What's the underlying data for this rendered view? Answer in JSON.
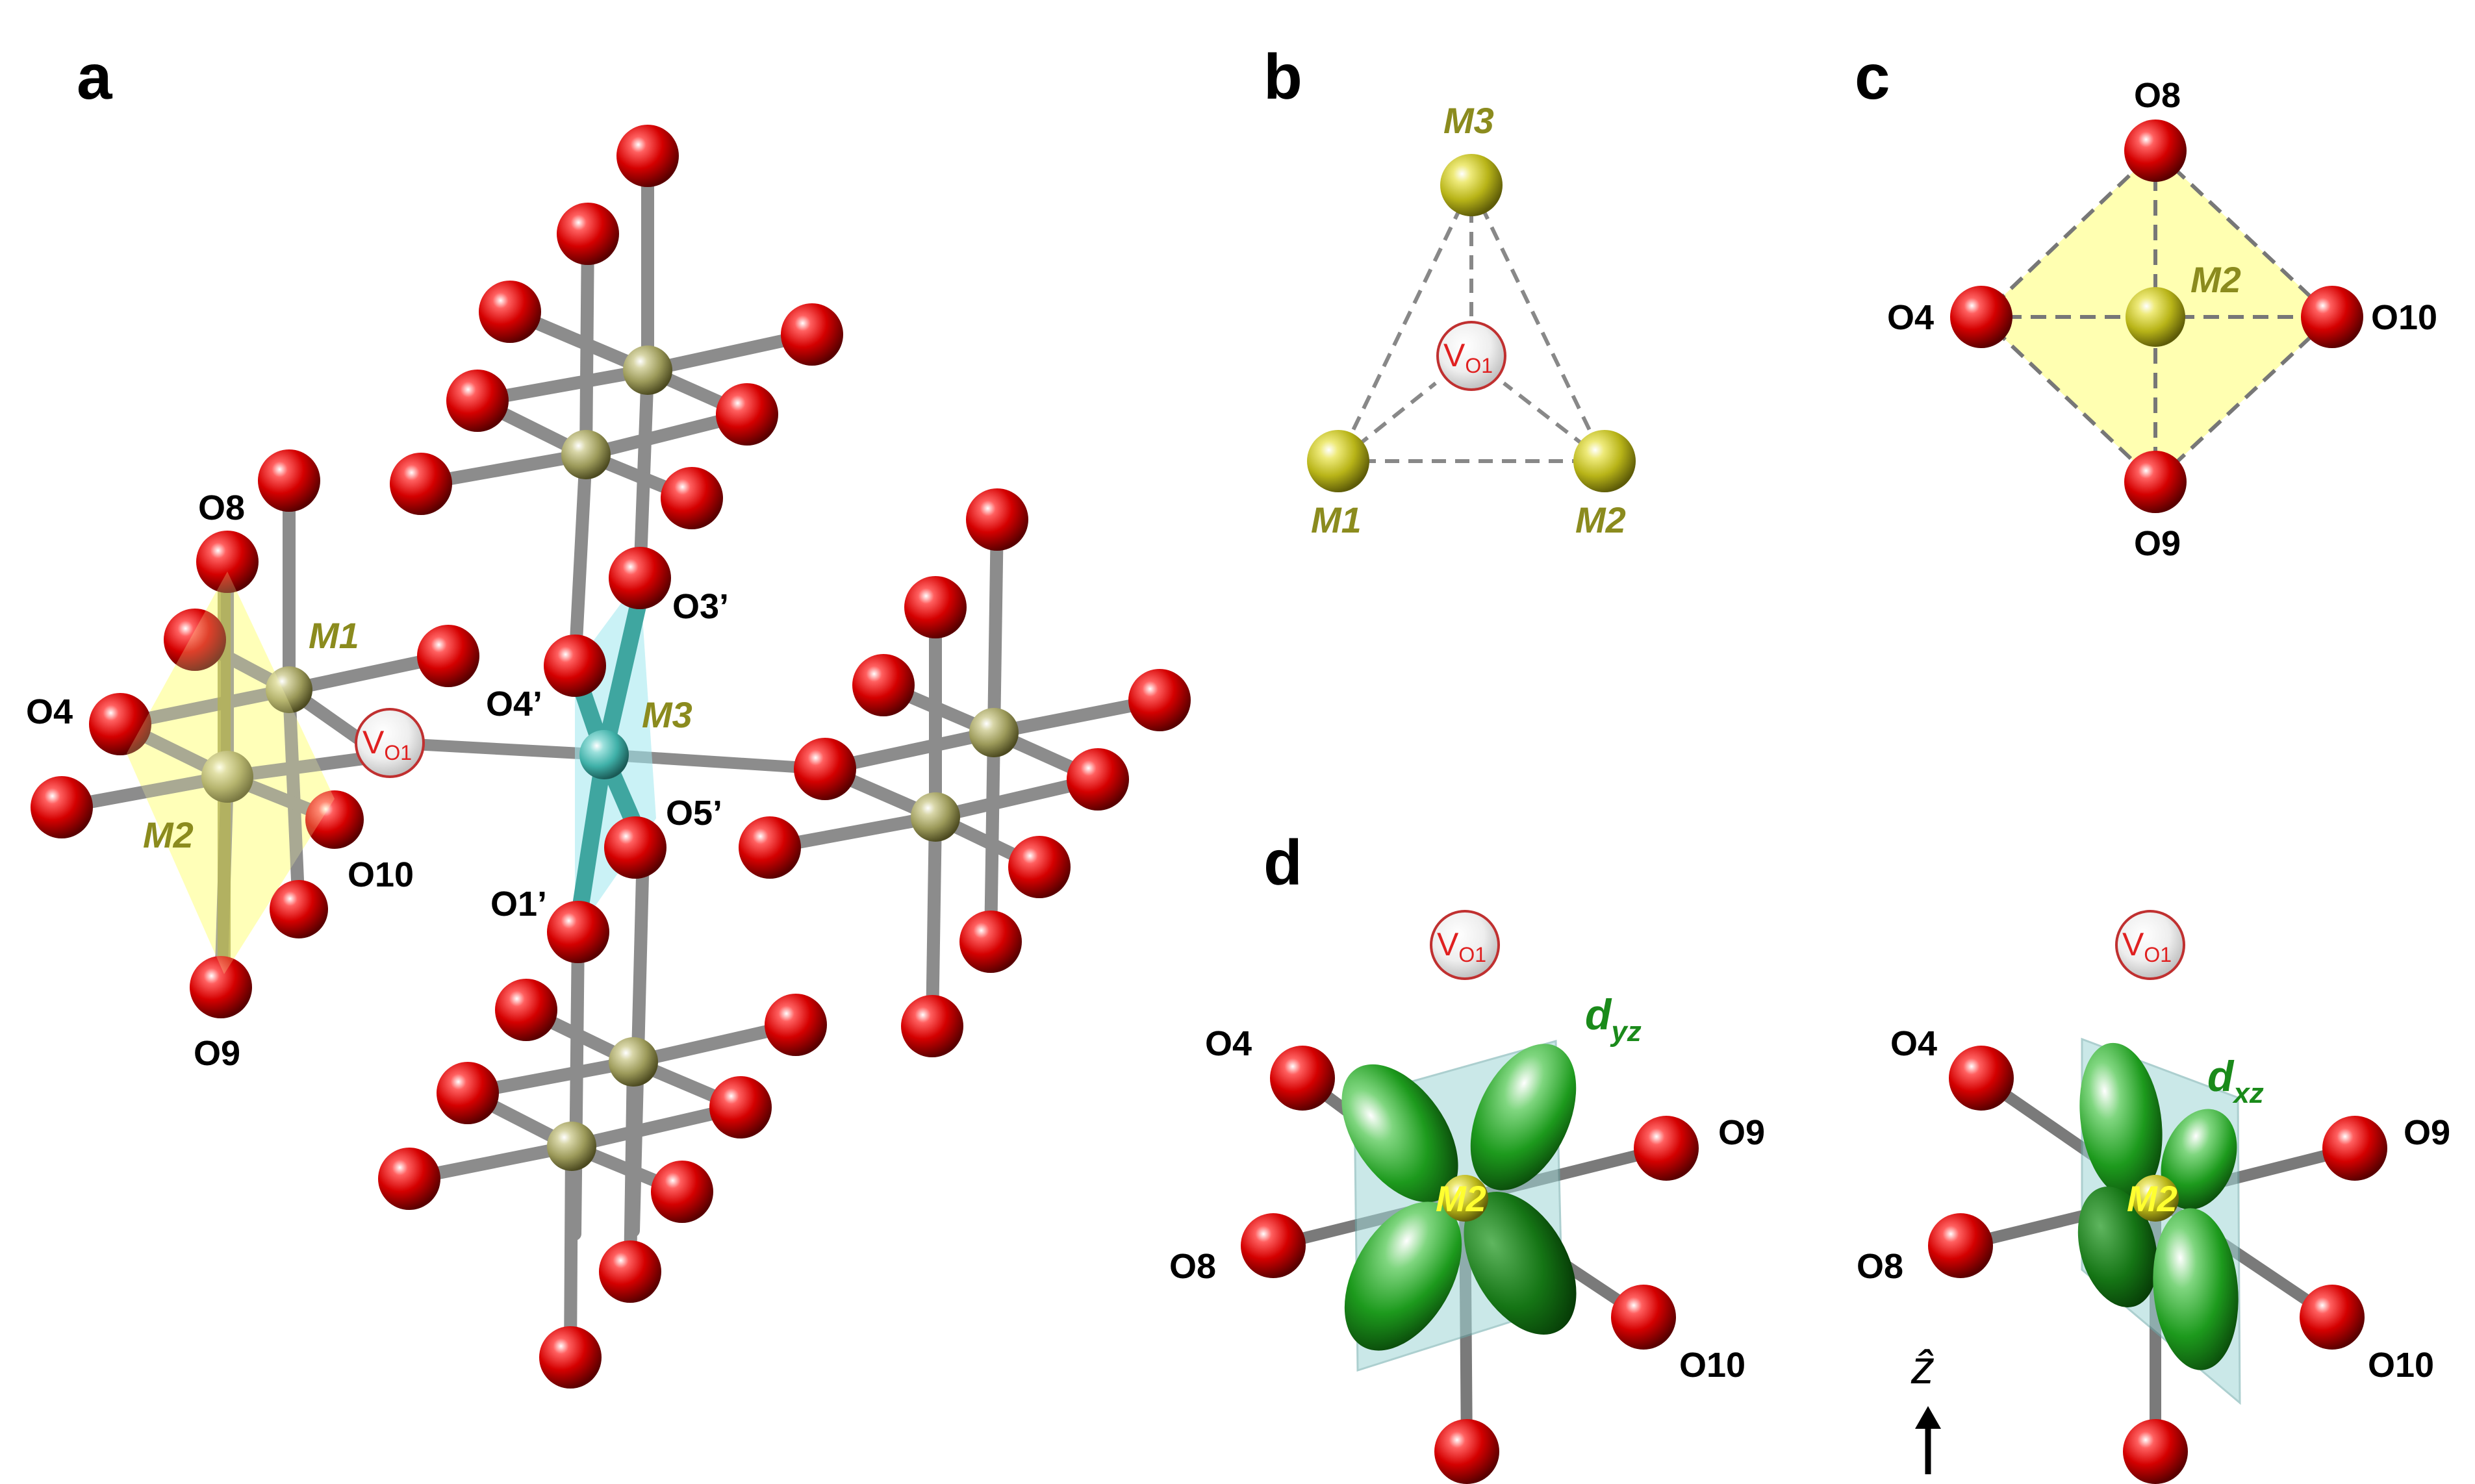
{
  "panels": {
    "a": {
      "label": "a",
      "O8": "O8",
      "M1": "M1",
      "O4": "O4",
      "M2": "M2",
      "O10": "O10",
      "O9": "O9",
      "V": "V",
      "V_sub": "O1",
      "O3p": "O3’",
      "O4p": "O4’",
      "M3": "M3",
      "O5p": "O5’",
      "O1p": "O1’"
    },
    "b": {
      "label": "b",
      "M3": "M3",
      "M1": "M1",
      "M2": "M2",
      "V": "V",
      "V_sub": "O1"
    },
    "c": {
      "label": "c",
      "O8": "O8",
      "O4": "O4",
      "M2": "M2",
      "O10": "O10",
      "O9": "O9"
    },
    "d": {
      "label": "d",
      "left": {
        "V": "V",
        "V_sub": "O1",
        "d_base": "d",
        "d_sub": "yz",
        "O4": "O4",
        "O9": "O9",
        "M2": "M2",
        "O8": "O8",
        "O10": "O10"
      },
      "right": {
        "V": "V",
        "V_sub": "O1",
        "d_base": "d",
        "d_sub": "xz",
        "O4": "O4",
        "O9": "O9",
        "M2": "M2",
        "O8": "O8",
        "O10": "O10"
      },
      "axis_label": "ẑ"
    }
  },
  "colors": {
    "oxygen": "#d40000",
    "metal": "#c7c23a",
    "metal_dim": "#9c9a5a",
    "m3_teal": "#3fb0a8",
    "bond": "#8c8c8c",
    "vacancy": "#e02020",
    "orbital": "#1d9a1d",
    "plane": "#9fd6d6",
    "octa_fill": "#ffffa8"
  }
}
